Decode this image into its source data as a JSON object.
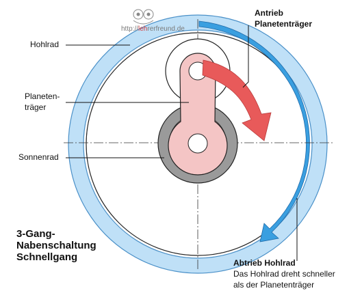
{
  "labels": {
    "hohlrad": "Hohlrad",
    "planetentraeger_line1": "Planeten-",
    "planetentraeger_line2": "träger",
    "sonnenrad": "Sonnenrad",
    "antrieb_line1": "Antrieb",
    "antrieb_line2": "Planetenträger",
    "abtrieb_title": "Abtrieb Hohlrad",
    "abtrieb_line2": "Das Hohlrad dreht schneller",
    "abtrieb_line3": "als der Planetenträger"
  },
  "title": {
    "line1": "3-Gang-",
    "line2": "Nabenschaltung",
    "line3": "Schnellgang"
  },
  "watermark": {
    "prefix": "http://",
    "highlight": "leh",
    "suffix": "rerfreund.de"
  },
  "colors": {
    "ring_fill": "#bfe0f7",
    "ring_stroke": "#4a90c8",
    "blue_arrow": "#3a9fe0",
    "red_arrow": "#e85a5a",
    "carrier_fill": "#f4c5c5",
    "sun_gear": "#9a9a9a",
    "planet_gear": "#ffffff"
  }
}
